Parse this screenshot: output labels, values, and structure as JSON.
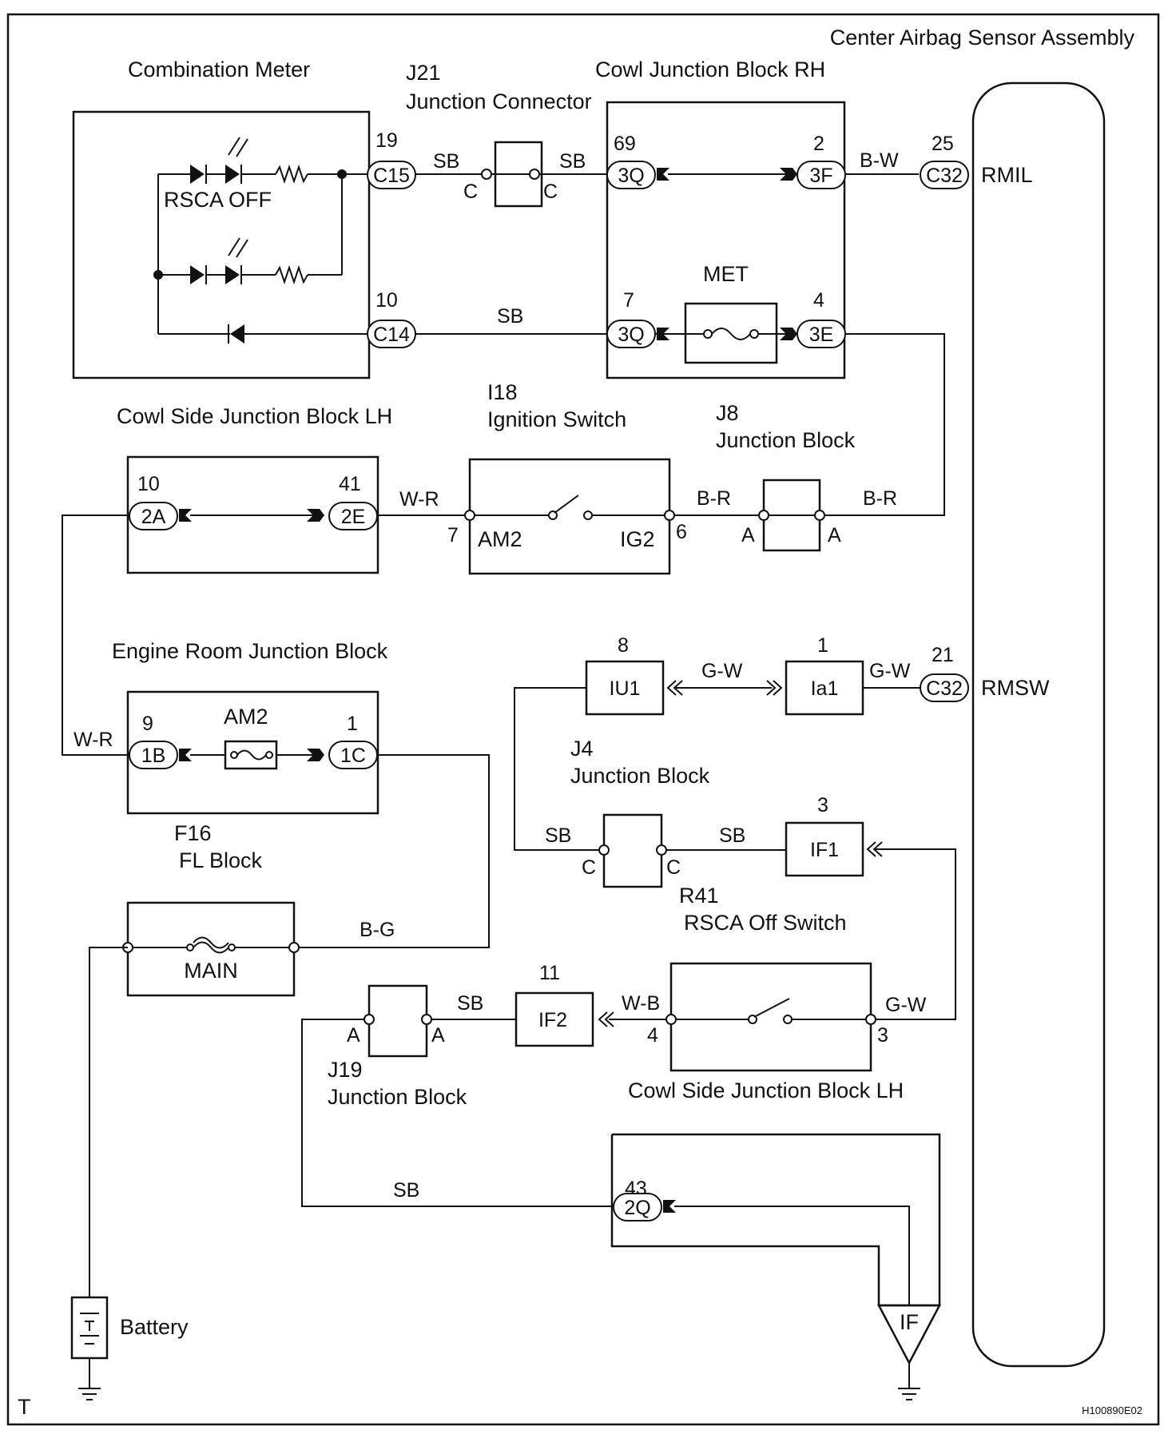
{
  "labels": {
    "center_airbag": "Center Airbag Sensor Assembly",
    "combination_meter": "Combination Meter",
    "j21_id": "J21",
    "j21_name": "Junction Connector",
    "cowl_rh": "Cowl Junction Block RH",
    "rsca_off": "RSCA OFF",
    "met": "MET",
    "rmil": "RMIL",
    "cowl_side_lh_top": "Cowl Side Junction Block LH",
    "i18_id": "I18",
    "i18_name": "Ignition Switch",
    "j8_id": "J8",
    "j8_name": "Junction Block",
    "am2_sw": "AM2",
    "ig2_sw": "IG2",
    "engine_room": "Engine Room Junction Block",
    "am2_fuse": "AM2",
    "rmsw": "RMSW",
    "j4_id": "J4",
    "j4_name": "Junction Block",
    "f16_id": "F16",
    "f16_name": "FL Block",
    "main_fuse": "MAIN",
    "r41_id": "R41",
    "r41_name": "RSCA Off Switch",
    "j19_id": "J19",
    "j19_name": "Junction Block",
    "cowl_side_lh_bottom": "Cowl Side Junction Block LH",
    "battery": "Battery",
    "if_ground": "IF",
    "corner_t": "T",
    "figure_code": "H100890E02"
  },
  "connectors": {
    "c15": "C15",
    "c14": "C14",
    "c32_top": "C32",
    "c32_mid": "C32",
    "q3_top": "3Q",
    "f3": "3F",
    "q3_mid": "3Q",
    "e3": "3E",
    "a2": "2A",
    "e2": "2E",
    "b1": "1B",
    "c1": "1C",
    "q2": "2Q",
    "iu1": "IU1",
    "ia1": "Ia1",
    "if1": "IF1",
    "if2": "IF2"
  },
  "pins": {
    "p19": "19",
    "p10_meter": "10",
    "p69": "69",
    "p2": "2",
    "p25": "25",
    "p7_cowl": "7",
    "p4_cowl": "4",
    "p10_lh": "10",
    "p41": "41",
    "p7_ign": "7",
    "p6_ign": "6",
    "p9": "9",
    "p1_er": "1",
    "p8": "8",
    "p1_ia": "1",
    "p21": "21",
    "p3_if1": "3",
    "p11": "11",
    "p4_sw": "4",
    "p3_sw": "3",
    "p43": "43",
    "j21_c_left": "C",
    "j21_c_right": "C",
    "j8_a_left": "A",
    "j8_a_right": "A",
    "r41_c_left": "C",
    "r41_c_right": "C",
    "j19_a_left": "A",
    "j19_a_right": "A"
  },
  "wires": {
    "sb_1": "SB",
    "sb_2": "SB",
    "bw": "B-W",
    "sb_3": "SB",
    "wr_1": "W-R",
    "br_1": "B-R",
    "br_2": "B-R",
    "wr_2": "W-R",
    "gw_1": "G-W",
    "gw_2": "G-W",
    "sb_4": "SB",
    "sb_5": "SB",
    "bg": "B-G",
    "sb_6": "SB",
    "wb": "W-B",
    "gw_3": "G-W",
    "sb_7": "SB"
  }
}
